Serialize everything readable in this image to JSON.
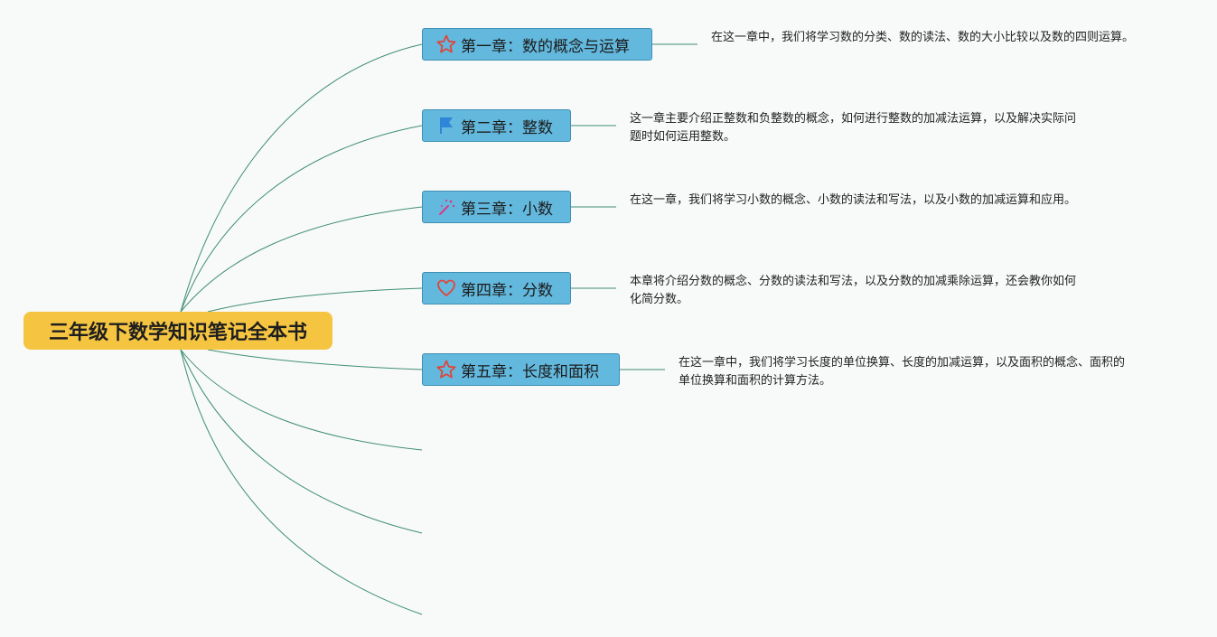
{
  "root": {
    "title": "三年级下数学知识笔记全本书"
  },
  "chapters": [
    {
      "title": "第一章：数的概念与运算",
      "icon": "star-icon",
      "icon_color": "#e0453a",
      "note": "在这一章中，我们将学习数的分类、数的读法、数的大小比较以及数的四则运算。"
    },
    {
      "title": "第二章：整数",
      "icon": "flag-icon",
      "icon_color": "#2f86d6",
      "note": "这一章主要介绍正整数和负整数的概念，如何进行整数的加减法运算，以及解决实际问题时如何运用整数。"
    },
    {
      "title": "第三章：小数",
      "icon": "magic-wand-icon",
      "icon_color": "#d63a8a",
      "note": "在这一章，我们将学习小数的概念、小数的读法和写法，以及小数的加减运算和应用。"
    },
    {
      "title": "第四章：分数",
      "icon": "heart-icon",
      "icon_color": "#e0453a",
      "note": "本章将介绍分数的概念、分数的读法和写法，以及分数的加减乘除运算，还会教你如何化简分数。"
    },
    {
      "title": "第五章：长度和面积",
      "icon": "star-icon",
      "icon_color": "#e0453a",
      "note": "在这一章中，我们将学习长度的单位换算、长度的加减运算，以及面积的概念、面积的单位换算和面积的计算方法。"
    }
  ],
  "colors": {
    "connector": "#3f8f73",
    "topic_fill": "#63b8dd",
    "root_fill": "#f5c542"
  }
}
